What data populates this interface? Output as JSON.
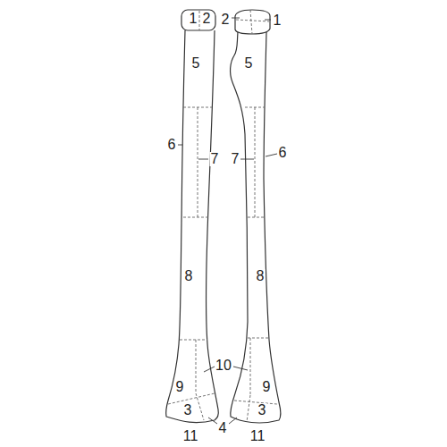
{
  "diagram": {
    "labels": [
      "1",
      "2",
      "2",
      "1",
      "5",
      "5",
      "6",
      "7",
      "7",
      "6",
      "8",
      "8",
      "10",
      "9",
      "9",
      "3",
      "3",
      "4",
      "11",
      "11"
    ]
  }
}
